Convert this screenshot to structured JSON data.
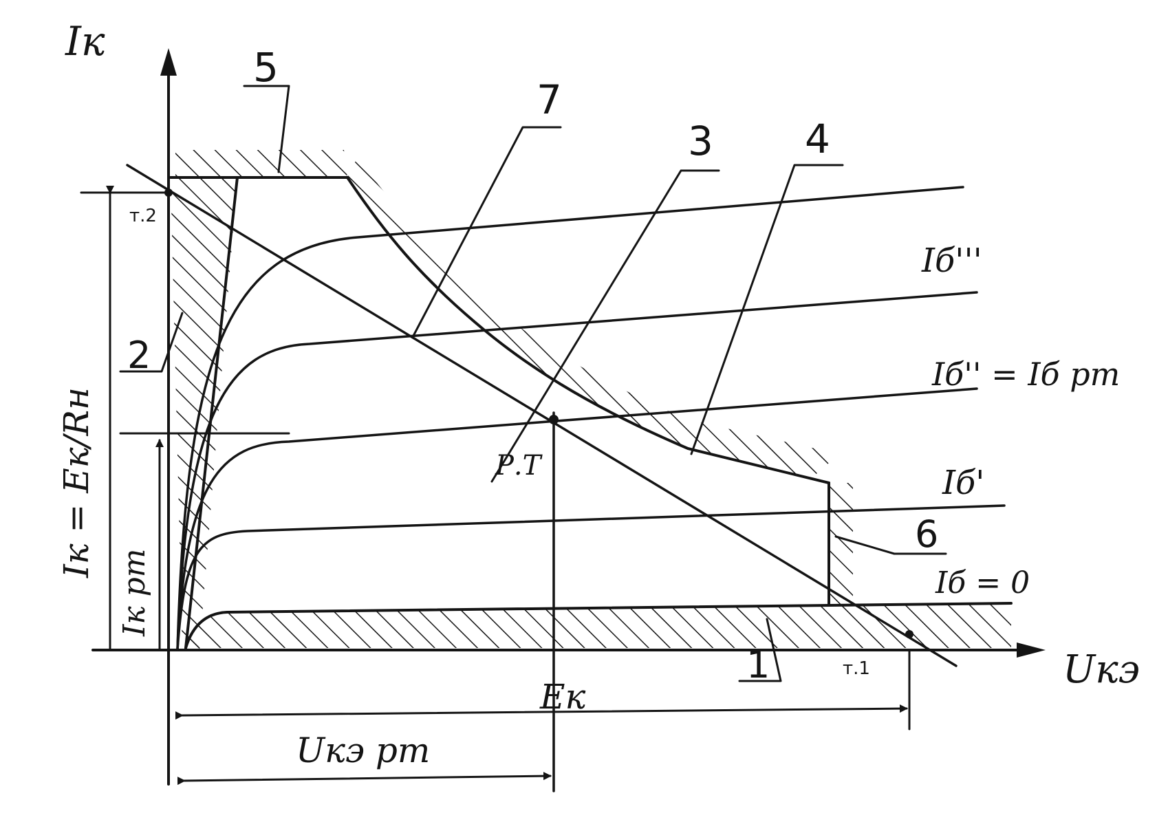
{
  "diagram": {
    "axes": {
      "y_label": "Iк",
      "x_label": "Uкэ"
    },
    "curve_labels": {
      "ib_triple": "Iб'''",
      "ib_double": "Iб'' = Iб рт",
      "ib_single": "Iб'",
      "ib_zero": "Iб = 0"
    },
    "point_labels": {
      "t2": "т.2",
      "t1": "т.1",
      "operating_point": "Р.Т"
    },
    "dimension_labels": {
      "ik_sat": "Iк = Eк/Rн",
      "ik_rt": "Iк рт",
      "uke_rt": "Uкэ рт",
      "ek": "Eк"
    },
    "region_numbers": {
      "n1": "1",
      "n2": "2",
      "n3": "3",
      "n4": "4",
      "n5": "5",
      "n6": "6",
      "n7": "7"
    },
    "colors": {
      "ink": "#141414",
      "paper": "#ffffff"
    }
  }
}
